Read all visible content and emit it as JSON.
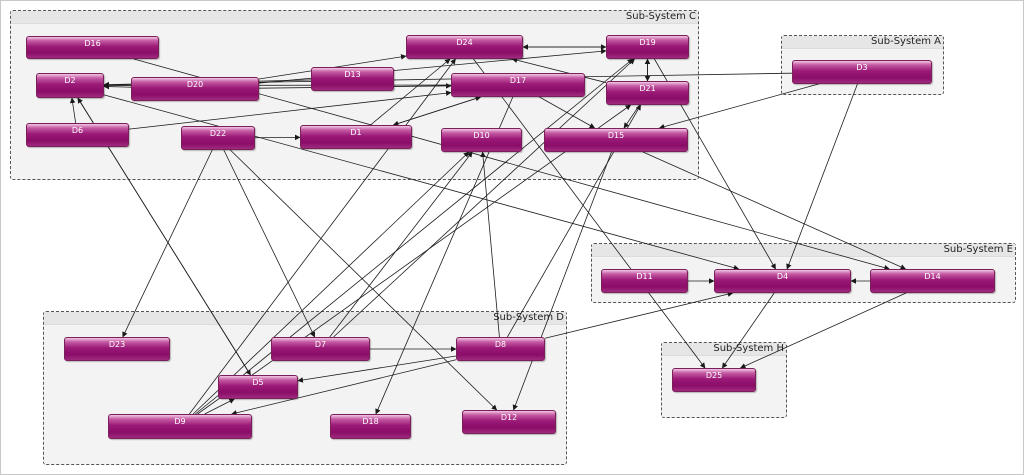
{
  "groups": {
    "c": "Sub-System C",
    "a": "Sub-System A",
    "e": "Sub-System E",
    "d": "Sub-System D",
    "h": "Sub-System H"
  },
  "nodes": {
    "d1": "D1",
    "d2": "D2",
    "d3": "D3",
    "d4": "D4",
    "d5": "D5",
    "d6": "D6",
    "d7": "D7",
    "d8": "D8",
    "d9": "D9",
    "d10": "D10",
    "d11": "D11",
    "d12": "D12",
    "d13": "D13",
    "d14": "D14",
    "d15": "D15",
    "d16": "D16",
    "d17": "D17",
    "d18": "D18",
    "d19": "D19",
    "d20": "D20",
    "d21": "D21",
    "d22": "D22",
    "d23": "D23",
    "d24": "D24",
    "d25": "D25"
  },
  "edges": [
    [
      "D16",
      "D14"
    ],
    [
      "D20",
      "D24"
    ],
    [
      "D20",
      "D19"
    ],
    [
      "D20",
      "D17"
    ],
    [
      "D20",
      "D2"
    ],
    [
      "D13",
      "D2"
    ],
    [
      "D17",
      "D2"
    ],
    [
      "D3",
      "D2"
    ],
    [
      "D24",
      "D19"
    ],
    [
      "D19",
      "D24"
    ],
    [
      "D19",
      "D21"
    ],
    [
      "D21",
      "D19"
    ],
    [
      "D21",
      "D24"
    ],
    [
      "D22",
      "D1"
    ],
    [
      "D22",
      "D23"
    ],
    [
      "D22",
      "D7"
    ],
    [
      "D22",
      "D12"
    ],
    [
      "D6",
      "D2"
    ],
    [
      "D6",
      "D17"
    ],
    [
      "D1",
      "D17"
    ],
    [
      "D17",
      "D1"
    ],
    [
      "D1",
      "D24"
    ],
    [
      "D3",
      "D4"
    ],
    [
      "D3",
      "D15"
    ],
    [
      "D17",
      "D15"
    ],
    [
      "D21",
      "D15"
    ],
    [
      "D2",
      "D4"
    ],
    [
      "D2",
      "D5"
    ],
    [
      "D5",
      "D2"
    ],
    [
      "D7",
      "D8"
    ],
    [
      "D7",
      "D10"
    ],
    [
      "D7",
      "D19"
    ],
    [
      "D9",
      "D5"
    ],
    [
      "D9",
      "D10"
    ],
    [
      "D9",
      "D19"
    ],
    [
      "D9",
      "D21"
    ],
    [
      "D9",
      "D24"
    ],
    [
      "D8",
      "D10"
    ],
    [
      "D8",
      "D4"
    ],
    [
      "D8",
      "D9"
    ],
    [
      "D8",
      "D21"
    ],
    [
      "D8",
      "D5"
    ],
    [
      "D11",
      "D4"
    ],
    [
      "D14",
      "D4"
    ],
    [
      "D4",
      "D25"
    ],
    [
      "D14",
      "D25"
    ],
    [
      "D24",
      "D25"
    ],
    [
      "D15",
      "D12"
    ],
    [
      "D17",
      "D18"
    ],
    [
      "D19",
      "D4"
    ],
    [
      "D15",
      "D14"
    ]
  ]
}
